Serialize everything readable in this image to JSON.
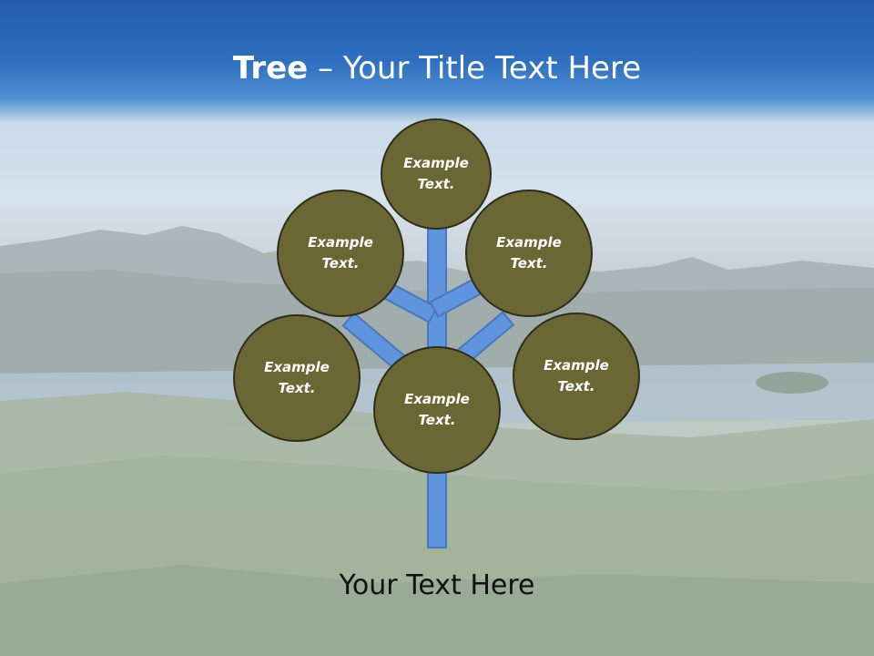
{
  "title": {
    "bold": "Tree",
    "dash": " – ",
    "rest": "Your Title Text Here"
  },
  "nodes": [
    {
      "label": "Example Text."
    },
    {
      "label": "Example Text."
    },
    {
      "label": "Example Text."
    },
    {
      "label": "Example Text."
    },
    {
      "label": "Example Text."
    },
    {
      "label": "Example Text."
    }
  ],
  "footer": {
    "text": "Your Text Here"
  },
  "colors": {
    "title_band": "#2e6fbf",
    "node_fill": "#6b6734",
    "branch": "#5f95df"
  }
}
